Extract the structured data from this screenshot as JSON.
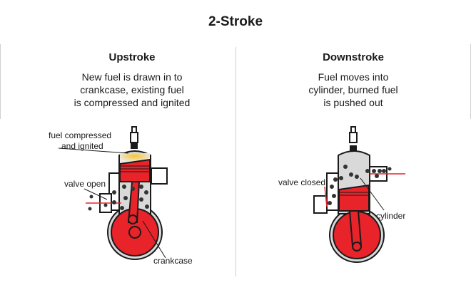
{
  "title": "2-Stroke",
  "upstroke": {
    "heading": "Upstroke",
    "description_lines": [
      "New fuel is drawn in to",
      "crankcase, existing fuel",
      "is compressed and ignited"
    ],
    "labels": {
      "ignition": [
        "fuel compressed",
        "and ignited"
      ],
      "valve": "valve open",
      "crankcase": "crankcase"
    }
  },
  "downstroke": {
    "heading": "Downstroke",
    "description_lines": [
      "Fuel moves into",
      "cylinder, burned fuel",
      "is pushed out"
    ],
    "labels": {
      "valve": "valve closed",
      "cylinder": "cylinder"
    }
  },
  "colors": {
    "red": "#e8232a",
    "gray": "#d9d9d9",
    "outline": "#1a1a1a",
    "flame": "#f7d54a"
  }
}
